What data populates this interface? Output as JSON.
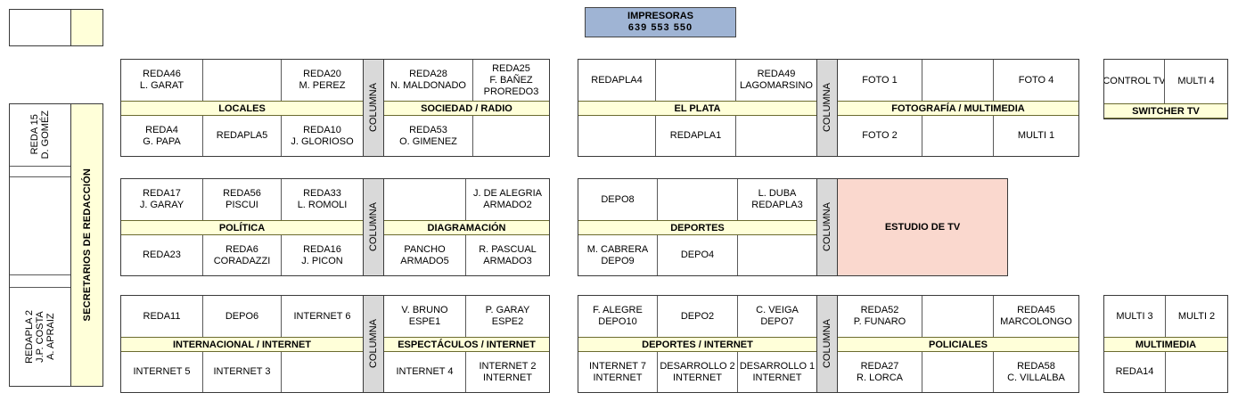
{
  "header": {
    "printers": {
      "title": "IMPRESORAS",
      "codes": "639  553  550"
    }
  },
  "sidebar": {
    "top_block": {
      "label": ""
    },
    "main_block": {
      "label": "SECRETARIOS DE REDACCIÓN",
      "cells": [
        {
          "lines": [
            "REDA 15",
            "D. GOMÉZ"
          ]
        },
        {
          "lines": []
        },
        {
          "lines": []
        },
        {
          "lines": []
        },
        {
          "lines": [
            "REDAPLA 2",
            "J.P. COSTA",
            "A. APRAIZ"
          ]
        }
      ]
    }
  },
  "columna_label": "COLUMNA",
  "blocks": {
    "locales": {
      "banner": "LOCALES",
      "top": [
        {
          "lines": [
            "REDA46",
            "L. GARAT"
          ]
        },
        {
          "lines": []
        },
        {
          "lines": [
            "REDA20",
            "M. PEREZ"
          ]
        }
      ],
      "bottom": [
        {
          "lines": [
            "REDA4",
            "G. PAPA"
          ]
        },
        {
          "lines": [
            "REDAPLA5"
          ]
        },
        {
          "lines": [
            "REDA10",
            "J. GLORIOSO"
          ]
        }
      ]
    },
    "sociedad_radio": {
      "banner": "SOCIEDAD / RADIO",
      "top": [
        {
          "lines": [
            "REDA28",
            "N. MALDONADO"
          ]
        },
        {
          "lines": [
            "REDA25",
            "F. BAÑEZ",
            "PROREDO3"
          ]
        }
      ],
      "bottom": [
        {
          "lines": [
            "REDA53",
            "O. GIMENEZ"
          ]
        },
        {
          "lines": []
        }
      ]
    },
    "el_plata": {
      "banner": "EL PLATA",
      "top": [
        {
          "lines": [
            "REDAPLA4"
          ]
        },
        {
          "lines": []
        },
        {
          "lines": [
            "REDA49",
            "LAGOMARSINO"
          ]
        }
      ],
      "bottom": [
        {
          "lines": []
        },
        {
          "lines": [
            "REDAPLA1"
          ]
        },
        {
          "lines": []
        }
      ]
    },
    "fotografia_multimedia": {
      "banner": "FOTOGRAFÍA / MULTIMEDIA",
      "top": [
        {
          "lines": [
            "FOTO 1"
          ]
        },
        {
          "lines": []
        },
        {
          "lines": [
            "FOTO 4"
          ]
        }
      ],
      "bottom": [
        {
          "lines": [
            "FOTO 2"
          ]
        },
        {
          "lines": []
        },
        {
          "lines": [
            "MULTI 1"
          ]
        }
      ]
    },
    "switcher_tv": {
      "banner": "SWITCHER TV",
      "top": [
        {
          "lines": [
            "CONTROL TV"
          ]
        },
        {
          "lines": [
            "MULTI 4"
          ]
        }
      ]
    },
    "politica": {
      "banner": "POLÍTICA",
      "top": [
        {
          "lines": [
            "REDA17",
            "J. GARAY"
          ]
        },
        {
          "lines": [
            "REDA56",
            "PISCUI"
          ]
        },
        {
          "lines": [
            "REDA33",
            "L. ROMOLI"
          ]
        }
      ],
      "bottom": [
        {
          "lines": [
            "REDA23"
          ]
        },
        {
          "lines": [
            "REDA6",
            "CORADAZZI"
          ]
        },
        {
          "lines": [
            "REDA16",
            "J. PICON"
          ]
        }
      ]
    },
    "diagramacion": {
      "banner": "DIAGRAMACIÓN",
      "top": [
        {
          "lines": []
        },
        {
          "lines": [
            "J. DE ALEGRIA",
            "ARMADO2"
          ]
        }
      ],
      "bottom": [
        {
          "lines": [
            "PANCHO",
            "ARMADO5"
          ]
        },
        {
          "lines": [
            "R. PASCUAL",
            "ARMADO3"
          ]
        }
      ]
    },
    "deportes": {
      "banner": "DEPORTES",
      "top": [
        {
          "lines": [
            "DEPO8"
          ]
        },
        {
          "lines": []
        },
        {
          "lines": [
            "L. DUBA",
            "REDAPLA3"
          ]
        }
      ],
      "bottom": [
        {
          "lines": [
            "M. CABRERA",
            "DEPO9"
          ]
        },
        {
          "lines": [
            "DEPO4"
          ]
        },
        {
          "lines": []
        }
      ]
    },
    "estudio_tv": {
      "label": "ESTUDIO DE TV",
      "color": "#fad8ce"
    },
    "internacional_internet": {
      "banner": "INTERNACIONAL / INTERNET",
      "top": [
        {
          "lines": [
            "REDA11"
          ]
        },
        {
          "lines": [
            "DEPO6"
          ]
        },
        {
          "lines": [
            "INTERNET 6"
          ]
        }
      ],
      "bottom": [
        {
          "lines": [
            "INTERNET 5"
          ]
        },
        {
          "lines": [
            "INTERNET 3"
          ]
        },
        {
          "lines": []
        }
      ]
    },
    "espectaculos_internet": {
      "banner": "ESPECTÁCULOS / INTERNET",
      "top": [
        {
          "lines": [
            "V. BRUNO",
            "ESPE1"
          ]
        },
        {
          "lines": [
            "P. GARAY",
            "ESPE2"
          ]
        }
      ],
      "bottom": [
        {
          "lines": [
            "INTERNET 4"
          ]
        },
        {
          "lines": [
            "INTERNET 2",
            "INTERNET"
          ]
        }
      ]
    },
    "deportes_internet": {
      "banner": "DEPORTES / INTERNET",
      "top": [
        {
          "lines": [
            "F. ALEGRE",
            "DEPO10"
          ]
        },
        {
          "lines": [
            "DEPO2"
          ]
        },
        {
          "lines": [
            "C. VEIGA",
            "DEPO7"
          ]
        }
      ],
      "bottom": [
        {
          "lines": [
            "INTERNET 7",
            "INTERNET"
          ]
        },
        {
          "lines": [
            "DESARROLLO 2",
            "INTERNET"
          ]
        },
        {
          "lines": [
            "DESARROLLO 1",
            "INTERNET"
          ]
        }
      ]
    },
    "policiales": {
      "banner": "POLICIALES",
      "top": [
        {
          "lines": [
            "REDA52",
            "P. FUNARO"
          ]
        },
        {
          "lines": []
        },
        {
          "lines": [
            "REDA45",
            "MARCOLONGO"
          ]
        }
      ],
      "bottom": [
        {
          "lines": [
            "REDA27",
            "R. LORCA"
          ]
        },
        {
          "lines": []
        },
        {
          "lines": [
            "REDA58",
            "C. VILLALBA"
          ]
        }
      ]
    },
    "multimedia": {
      "banner": "MULTIMEDIA",
      "top": [
        {
          "lines": [
            "MULTI 3"
          ]
        },
        {
          "lines": [
            "MULTI 2"
          ]
        }
      ],
      "bottom": [
        {
          "lines": [
            "REDA14"
          ]
        },
        {
          "lines": []
        }
      ]
    }
  }
}
